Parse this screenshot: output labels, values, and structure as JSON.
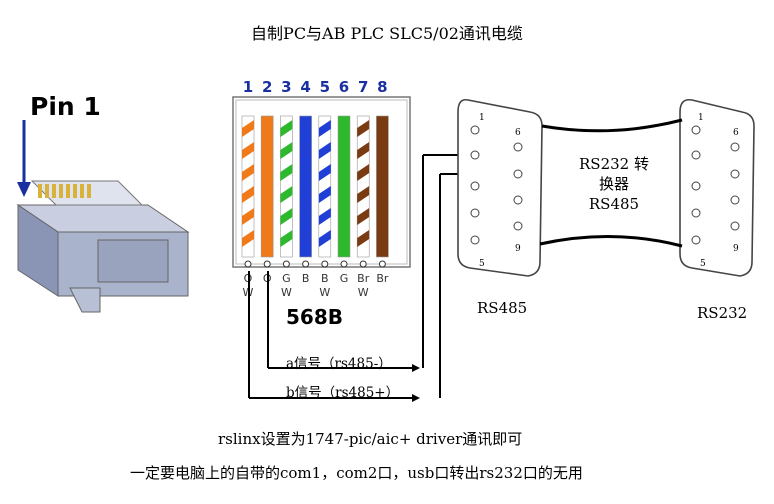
{
  "title": "自制PC与AB PLC SLC5/02通讯电缆",
  "pin1_label": "Pin 1",
  "wire_numbers": [
    "1",
    "2",
    "3",
    "4",
    "5",
    "6",
    "7",
    "8"
  ],
  "wire_bottom_labels": [
    "O",
    "O",
    "G",
    "B",
    "B",
    "G",
    "Br",
    "Br"
  ],
  "wire_bottom_sublabels": [
    "W",
    "",
    "W",
    "",
    "W",
    "",
    "W",
    ""
  ],
  "wires": [
    {
      "color": "#f07a1a",
      "striped": true
    },
    {
      "color": "#f07a1a",
      "striped": false
    },
    {
      "color": "#2eb82e",
      "striped": true
    },
    {
      "color": "#1f3fd6",
      "striped": false
    },
    {
      "color": "#1f3fd6",
      "striped": true
    },
    {
      "color": "#2eb82e",
      "striped": false
    },
    {
      "color": "#7a3b12",
      "striped": true
    },
    {
      "color": "#7a3b12",
      "striped": false
    }
  ],
  "standard_label": "568B",
  "db9_left_pins": [
    "1",
    "6",
    "9",
    "5"
  ],
  "db9_right_pins": [
    "1",
    "6",
    "9",
    "5"
  ],
  "converter_text": "RS232 转换器 RS485",
  "left_connector_label": "RS485",
  "right_connector_label": "RS232",
  "signal_a": "a信号（rs485-）",
  "signal_b": "b信号（rs485+）",
  "note_1": "rslinx设置为1747-pic/aic+ driver通讯即可",
  "note_2": "一定要电脑上的自带的com1，com2口，usb口转出rs232口的无用"
}
